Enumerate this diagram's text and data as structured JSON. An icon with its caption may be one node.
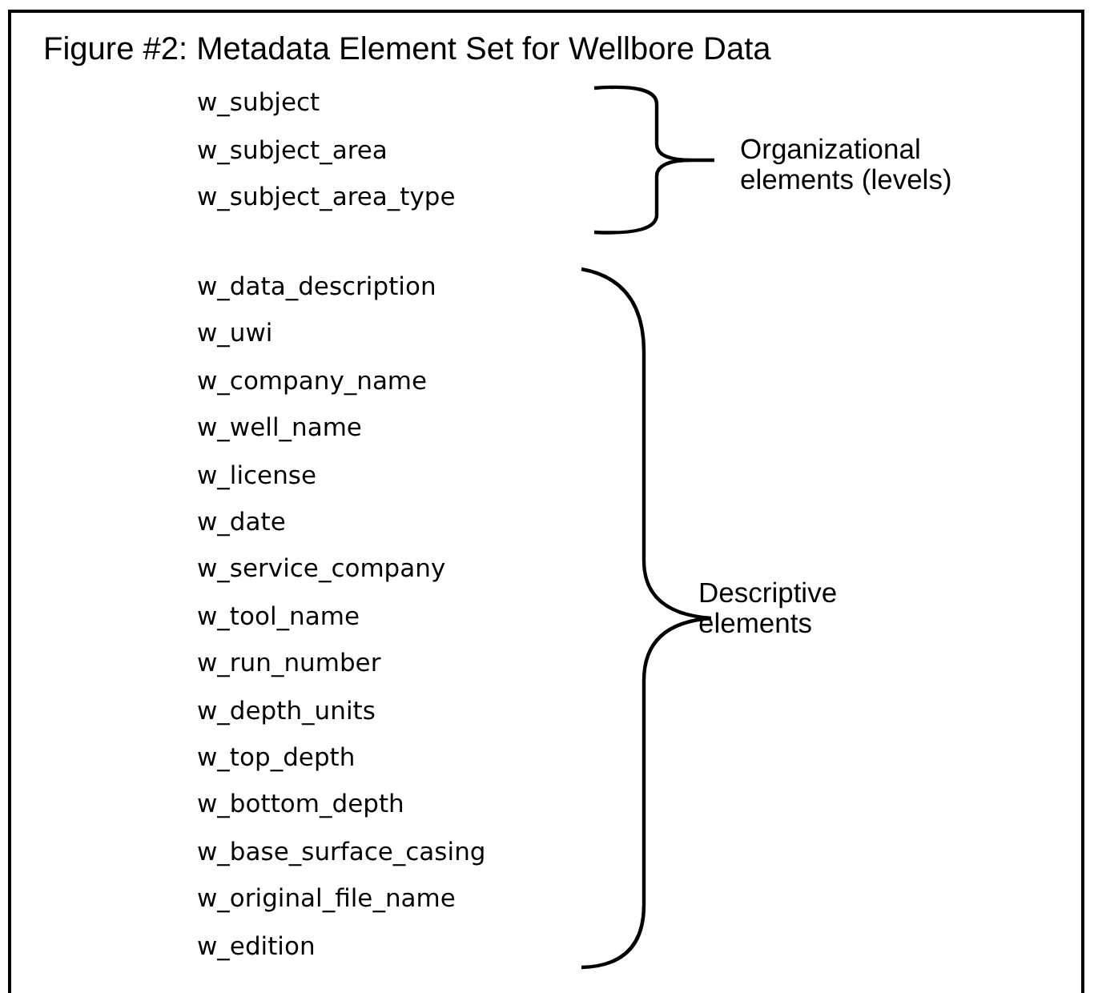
{
  "diagram": {
    "title": "Figure #2: Metadata Element Set for Wellbore Data",
    "labels": [
      "w_subject",
      "w_subject_area",
      "w_subject_area_type",
      "Organizational elements (levels)",
      "w_data_description",
      "w_uwi",
      "w_company_name",
      "w_well_name",
      "w_license",
      "w_date",
      "w_service_company",
      "w_tool_name",
      "w_run_number",
      "w_depth_units",
      "w_top_depth",
      "w_bottom_depth",
      "w_base_surface_casing",
      "w_original_file_name",
      "w_edition",
      "Descriptive elements"
    ]
  }
}
